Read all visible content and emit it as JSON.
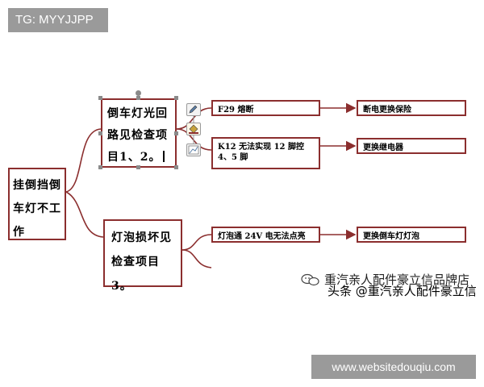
{
  "watermark": {
    "tag": "TG: MYYJJPP",
    "url": "www.websitedouqiu.com"
  },
  "diagram": {
    "root": "挂倒挡倒车灯不工作",
    "branch1": "倒车灯光回路见检查项目1、2。",
    "branch2": "灯泡损坏见检查项目3。",
    "causes": [
      "F29 熔断",
      "K12 无法实现 12 脚控 4、5 脚",
      "灯泡通 24V 电无法点亮"
    ],
    "remedies": [
      "断电更换保险",
      "更换继电器",
      "更换倒车灯灯泡"
    ]
  },
  "brand": {
    "line1": "重汽亲人配件豪立信品牌店",
    "line2": "头条 @重汽亲人配件豪立信",
    "icon": "wechat-icon"
  },
  "colors": {
    "node_border": "#8b2e2e",
    "watermark_bg": "#9a9a9a"
  },
  "icons": [
    "edit-icon",
    "paint-bucket-icon",
    "chart-icon"
  ]
}
